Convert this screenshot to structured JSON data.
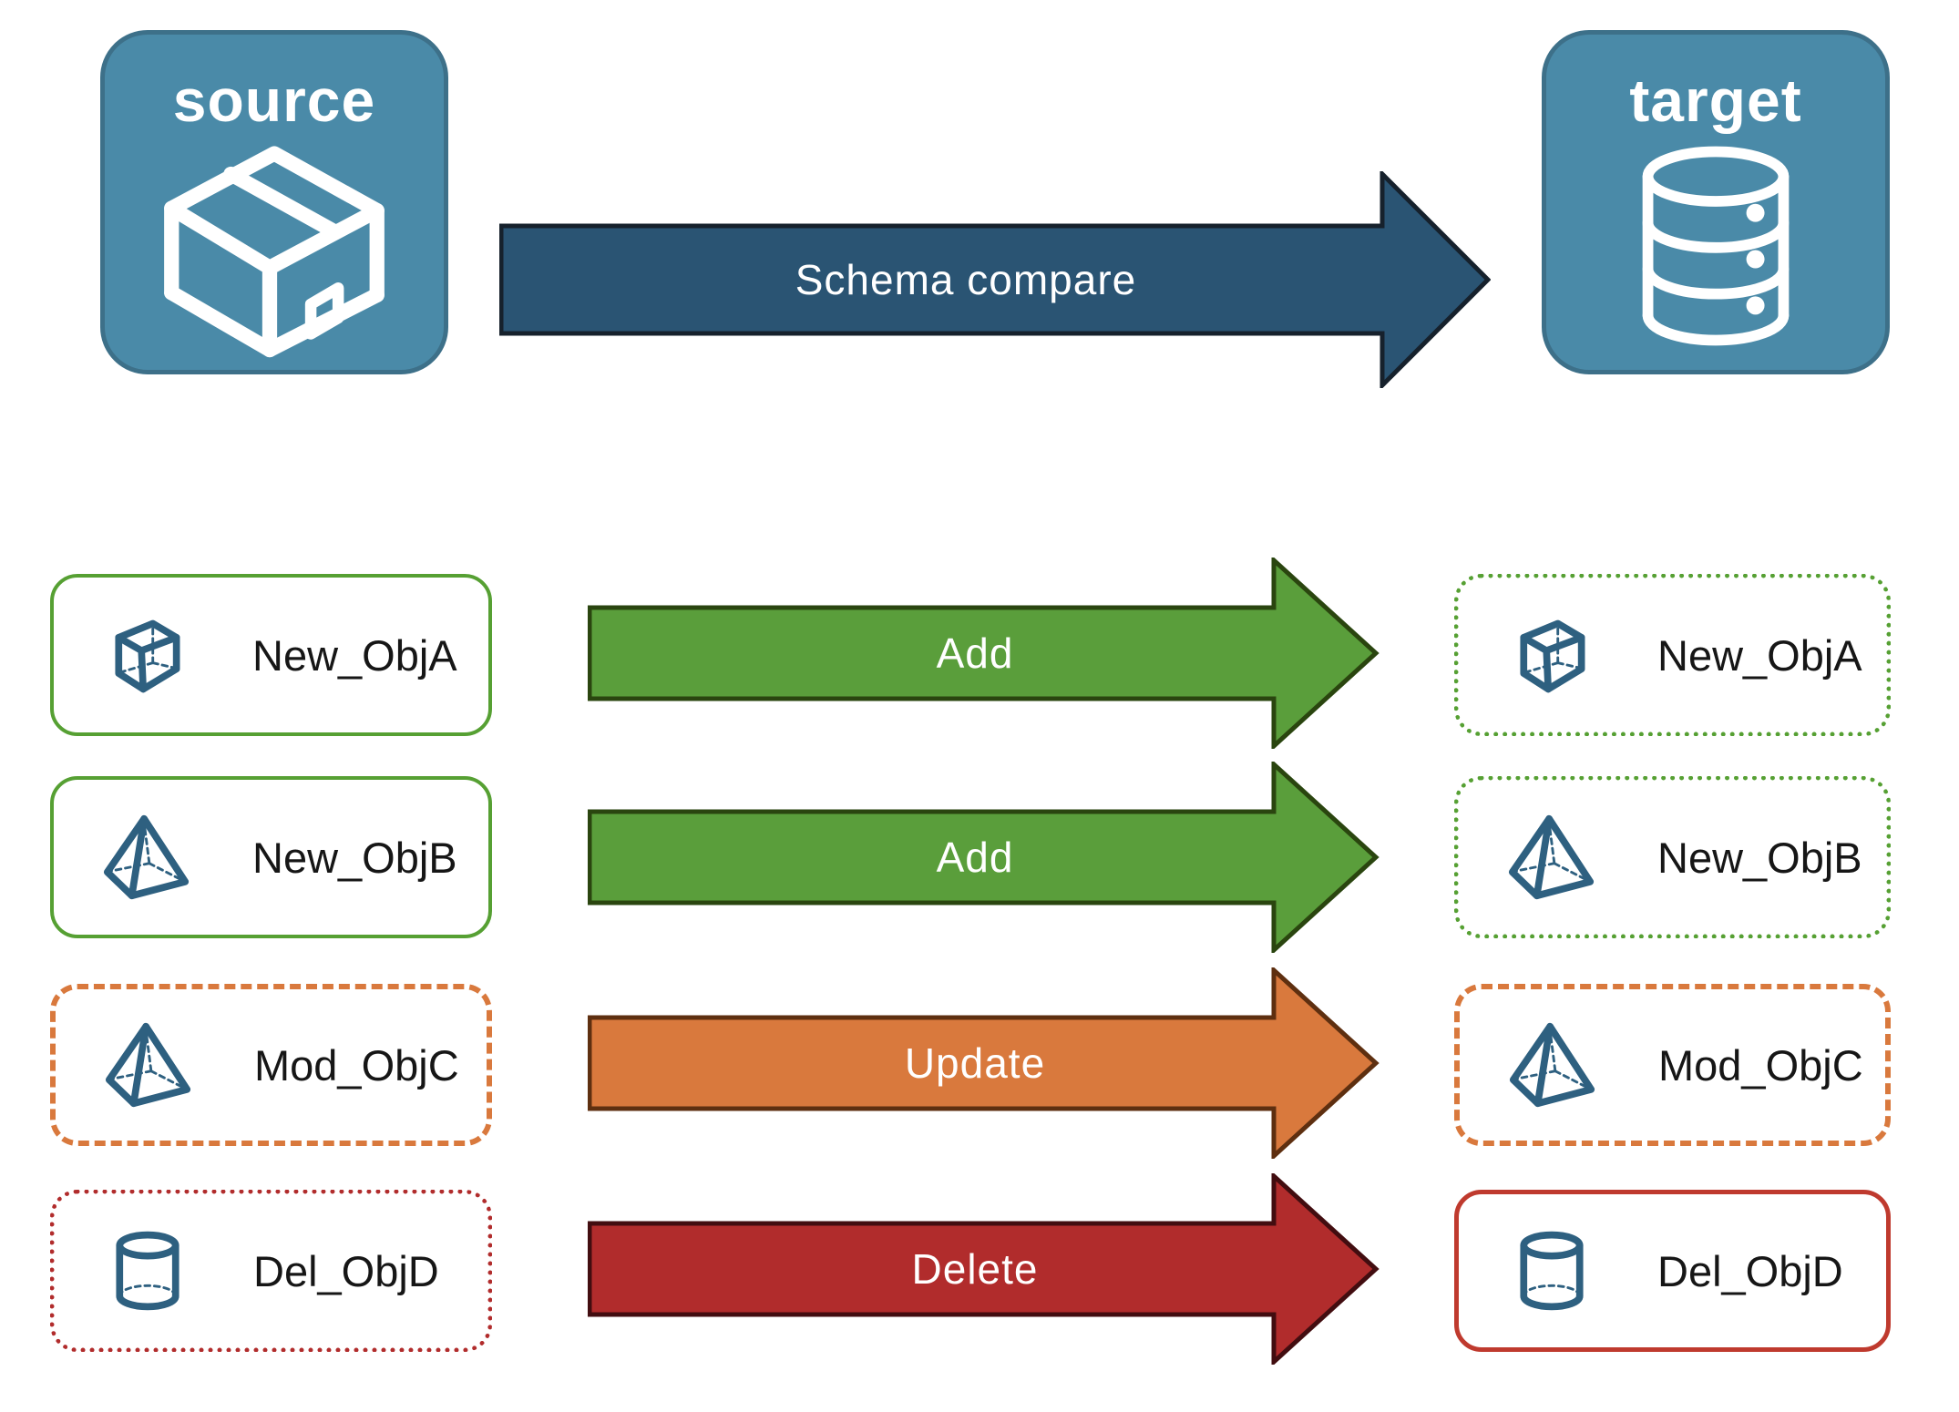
{
  "source_panel": {
    "title": "source",
    "icon": "package-icon"
  },
  "target_panel": {
    "title": "target",
    "icon": "database-icon"
  },
  "compare_arrow": {
    "label": "Schema compare"
  },
  "rows": [
    {
      "object_name": "New_ObjA",
      "icon": "cube-icon",
      "action": "Add",
      "change_type": "added",
      "source_border": "solid-green",
      "target_border": "dotted-green"
    },
    {
      "object_name": "New_ObjB",
      "icon": "pyramid-icon",
      "action": "Add",
      "change_type": "added",
      "source_border": "solid-green",
      "target_border": "dotted-green"
    },
    {
      "object_name": "Mod_ObjC",
      "icon": "pyramid-icon",
      "action": "Update",
      "change_type": "modified",
      "source_border": "dashed-orange",
      "target_border": "dashed-orange"
    },
    {
      "object_name": "Del_ObjD",
      "icon": "cylinder-icon",
      "action": "Delete",
      "change_type": "deleted",
      "source_border": "dotted-red",
      "target_border": "solid-red"
    }
  ],
  "colors": {
    "panel_blue": "#4A8AA8",
    "panel_border": "#3D7089",
    "icon_blue": "#2E6080",
    "navy_fill": "#2A5473",
    "navy_stroke": "#16212C",
    "green_fill": "#5A9E3B",
    "green_stroke": "#2A450F",
    "green_border": "#56A033",
    "orange_fill": "#D9793D",
    "orange_stroke": "#5E2F10",
    "red_fill": "#B12C2C",
    "red_stroke": "#420D10",
    "red_border": "#BF3A2E",
    "label_text": "#161616"
  }
}
